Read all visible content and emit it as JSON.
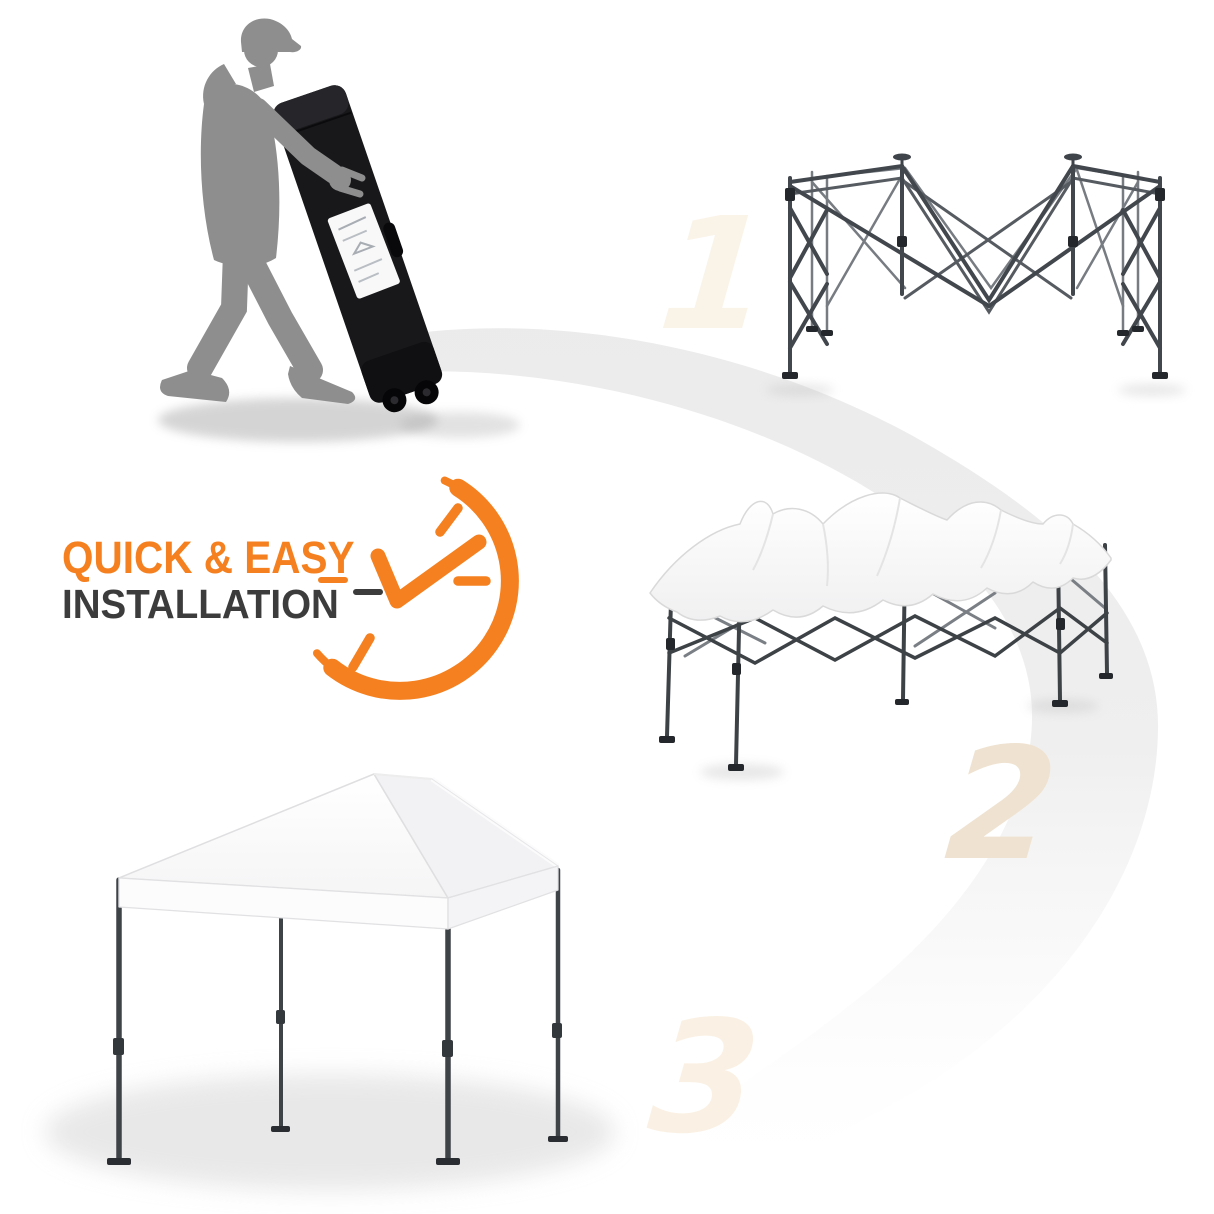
{
  "meta": {
    "description": "Pop-up canopy tent product infographic showing quick three-step installation",
    "background": "#FFFFFF"
  },
  "headline": {
    "line1": "QUICK & EASY",
    "line2": "INSTALLATION"
  },
  "steps": [
    {
      "number": "1",
      "illustration": "collapsed-scissor-frame-expanded"
    },
    {
      "number": "2",
      "illustration": "canopy-fabric-draped-over-frame"
    },
    {
      "number": "3",
      "illustration": "fully-assembled-white-canopy-tent"
    }
  ],
  "intro": {
    "illustration": "person-carrying-wheeled-storage-bag"
  },
  "icons": {
    "clock": "clock-check-icon",
    "bag_label": "bag-instruction-label",
    "path": "curved-swoosh-path"
  },
  "colors": {
    "accent_orange": "#F5801F",
    "headline_dark": "#3C3C3C",
    "step_number_cream_1": "#FAF3E8",
    "step_number_cream_2": "#EFE2D0",
    "step_number_cream_3": "#FAF1E4",
    "swoosh_gray": "#ECECEC",
    "silhouette_gray": "#8E8E8E",
    "bag_black": "#18181B",
    "frame_metal": "#42474D",
    "canopy_white": "#FFFFFF"
  }
}
